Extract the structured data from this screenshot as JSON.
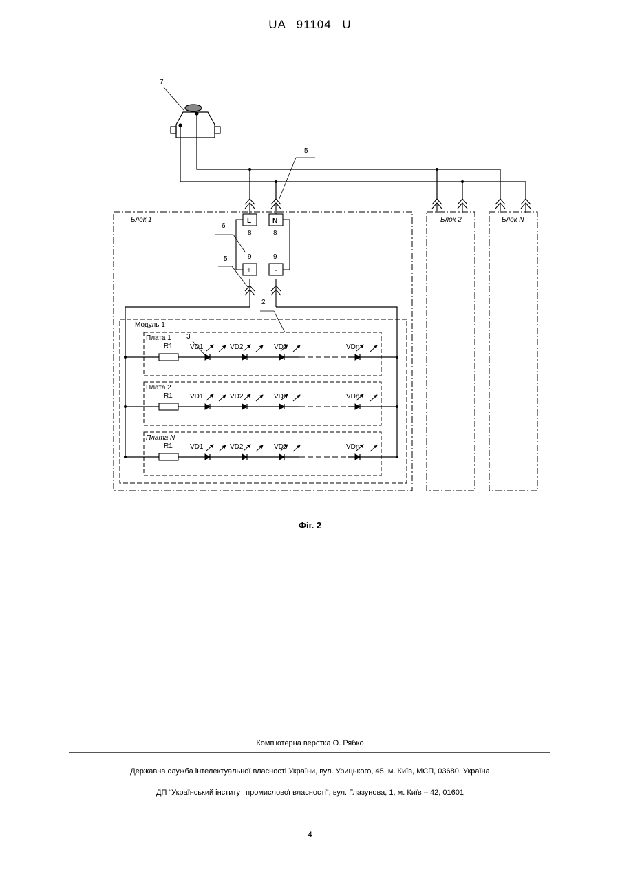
{
  "document": {
    "header": "UA 91104 U",
    "caption": "Фіг. 2",
    "page_number": "4"
  },
  "figure": {
    "callouts": {
      "c7": "7",
      "c5a": "5",
      "c6": "6",
      "c5b": "5",
      "c2": "2",
      "c3": "3",
      "c8a": "8",
      "c8b": "8",
      "c9a": "9",
      "c9b": "9"
    },
    "blocks": [
      "Блок 1",
      "Блок 2",
      "Блок N"
    ],
    "module_label": "Модуль 1",
    "terminals": {
      "l": "L",
      "n": "N",
      "plus": "+",
      "minus": "-"
    },
    "boards": [
      {
        "label": "Плата 1",
        "resistor": "R1",
        "diodes": [
          "VD1",
          "VD2",
          "VD3",
          "VDn"
        ]
      },
      {
        "label": "Плата 2",
        "resistor": "R1",
        "diodes": [
          "VD1",
          "VD2",
          "VD3",
          "VDn"
        ]
      },
      {
        "label": "Плата N",
        "resistor": "R1",
        "diodes": [
          "VD1",
          "VD2",
          "VD3",
          "VDn"
        ]
      }
    ]
  },
  "footer": {
    "line1": "Комп'ютерна верстка О. Рябко",
    "line2": "Державна служба інтелектуальної власності України, вул. Урицького, 45, м. Київ, МСП, 03680, Україна",
    "line3": "ДП “Український інститут промислової власності”, вул. Глазунова, 1, м. Київ – 42, 01601"
  }
}
